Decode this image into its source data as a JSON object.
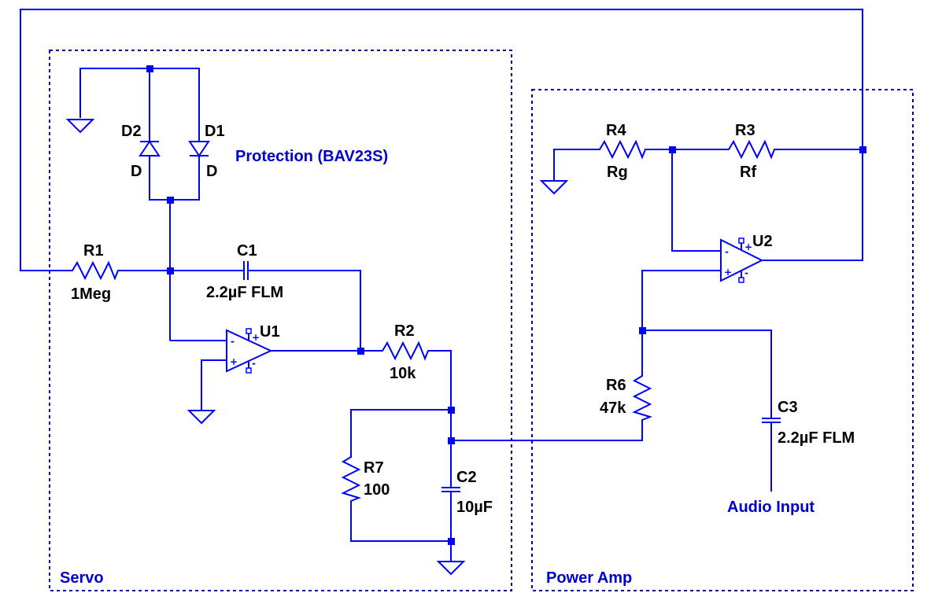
{
  "regions": {
    "servo": "Servo",
    "power_amp": "Power Amp"
  },
  "components": {
    "R1": {
      "ref": "R1",
      "value": "1Meg"
    },
    "C1": {
      "ref": "C1",
      "value": "2.2µF FLM"
    },
    "U1": {
      "ref": "U1"
    },
    "R2": {
      "ref": "R2",
      "value": "10k"
    },
    "R7": {
      "ref": "R7",
      "value": "100"
    },
    "C2": {
      "ref": "C2",
      "value": "10µF"
    },
    "D1": {
      "ref": "D1",
      "value": "D"
    },
    "D2": {
      "ref": "D2",
      "value": "D"
    },
    "R4": {
      "ref": "R4",
      "value": "Rg"
    },
    "R3": {
      "ref": "R3",
      "value": "Rf"
    },
    "U2": {
      "ref": "U2"
    },
    "R6": {
      "ref": "R6",
      "value": "47k"
    },
    "C3": {
      "ref": "C3",
      "value": "2.2µF FLM"
    }
  },
  "annotations": {
    "protection": "Protection (BAV23S)",
    "audio_input": "Audio Input"
  },
  "opamp_pins": {
    "minus": "-",
    "plus": "+"
  },
  "colors": {
    "wire": "#0000ff",
    "annotation": "#0000cc",
    "label": "#000000",
    "region_border": "#0000aa"
  }
}
